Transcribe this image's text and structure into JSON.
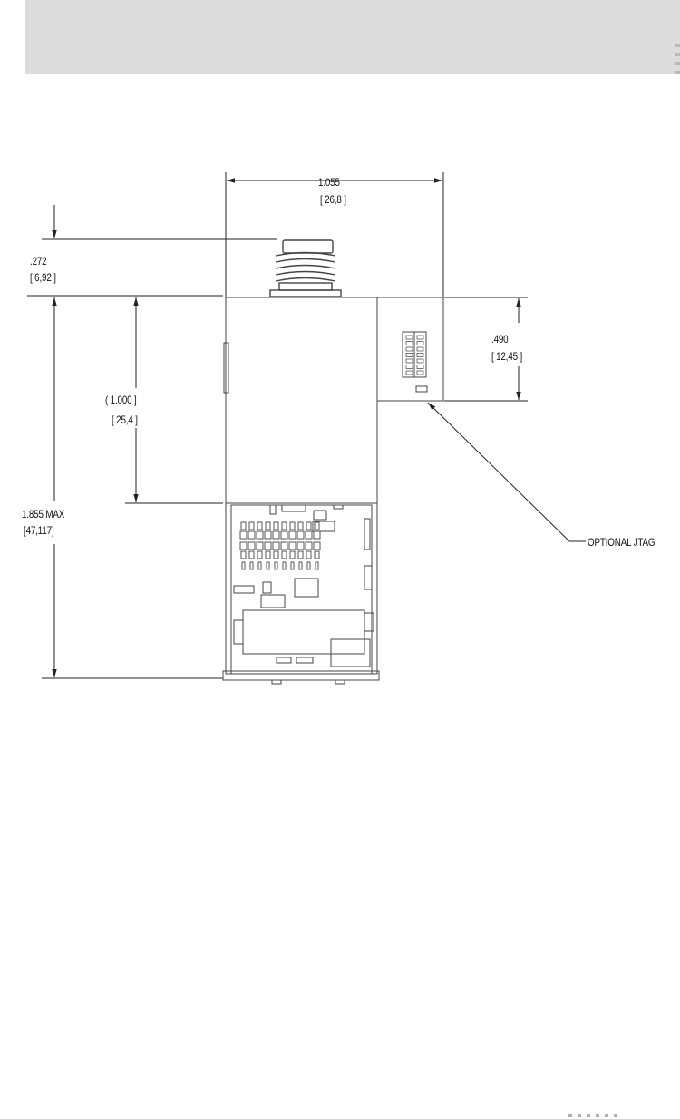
{
  "dimensions": {
    "width": {
      "value": "1.055",
      "metric": "[ 26,8    ]"
    },
    "connector_height": {
      "value": ".272",
      "metric": "[ 6,92    ]"
    },
    "body_height": {
      "value": "( 1.000        ]",
      "metric": "[ 25,4    ]"
    },
    "total_height": {
      "value": "1.855 MAX",
      "metric": "[47,117]"
    },
    "jtag_height": {
      "value": ".490",
      "metric": "[ 12,45    ]"
    }
  },
  "callouts": {
    "jtag": "OPTIONAL JTAG"
  },
  "colors": {
    "header_band": "#dcdcdc",
    "line": "#222222",
    "part_line": "#555555"
  }
}
